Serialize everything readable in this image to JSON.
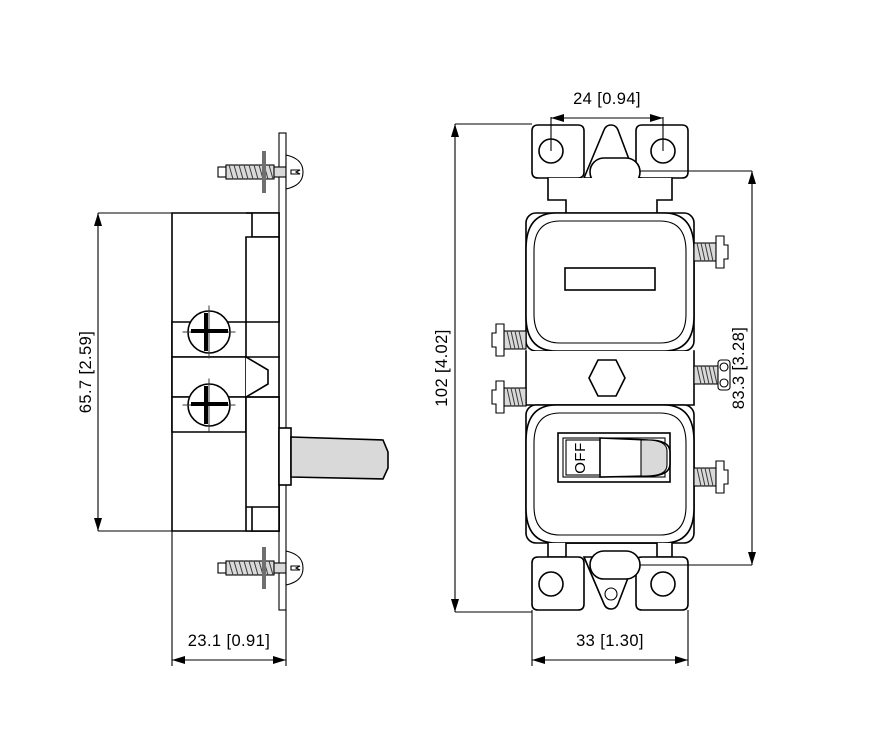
{
  "document": {
    "type": "engineering-dimensional-drawing",
    "subject": "Combination toggle switch / receptacle device",
    "views": [
      "side-view",
      "front-view"
    ],
    "line_color": "#000000",
    "background_color": "#ffffff",
    "shading_color": "#d9d9d9"
  },
  "dimensions": {
    "side_view_height": "65.7  [2.59]",
    "side_view_width": "23.1  [0.91]",
    "front_view_height": "102  [4.02]",
    "front_view_strap_height": "83.3  [3.28]",
    "front_view_width": "33  [1.30]",
    "mounting_hole_spacing": "24  [0.94]"
  },
  "labels": {
    "toggle_marking": "OFF"
  },
  "side_view": {
    "name": "side-view",
    "features": [
      "upper-mounting-screw",
      "lower-mounting-screw",
      "mounting-strap-plate",
      "upper-terminal-screw",
      "lower-terminal-screw",
      "device-body",
      "toggle-lever-profile"
    ]
  },
  "front_view": {
    "name": "front-view",
    "features": [
      "upper-mounting-ear",
      "upper-mounting-hole",
      "upper-strap-slot",
      "receptacle-face",
      "receptacle-slot",
      "hex-ground-boss",
      "ground-screw",
      "toggle-face",
      "toggle-lever",
      "lower-mounting-ear",
      "lower-mounting-hole",
      "lower-strap-slot",
      "terminal-screw-upper-right",
      "terminal-screw-upper-left",
      "terminal-screw-lower-left",
      "terminal-screw-lower-right"
    ]
  }
}
